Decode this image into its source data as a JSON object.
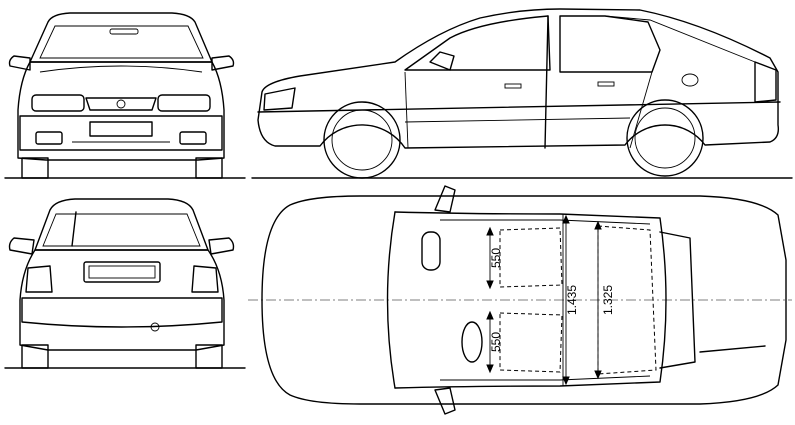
{
  "views": {
    "front": {},
    "side": {},
    "rear": {},
    "top": {}
  },
  "dimensions": {
    "seat_width_front": "550",
    "seat_width_rear": "550",
    "interior_width_front": "1.435",
    "interior_width_rear": "1.325"
  }
}
